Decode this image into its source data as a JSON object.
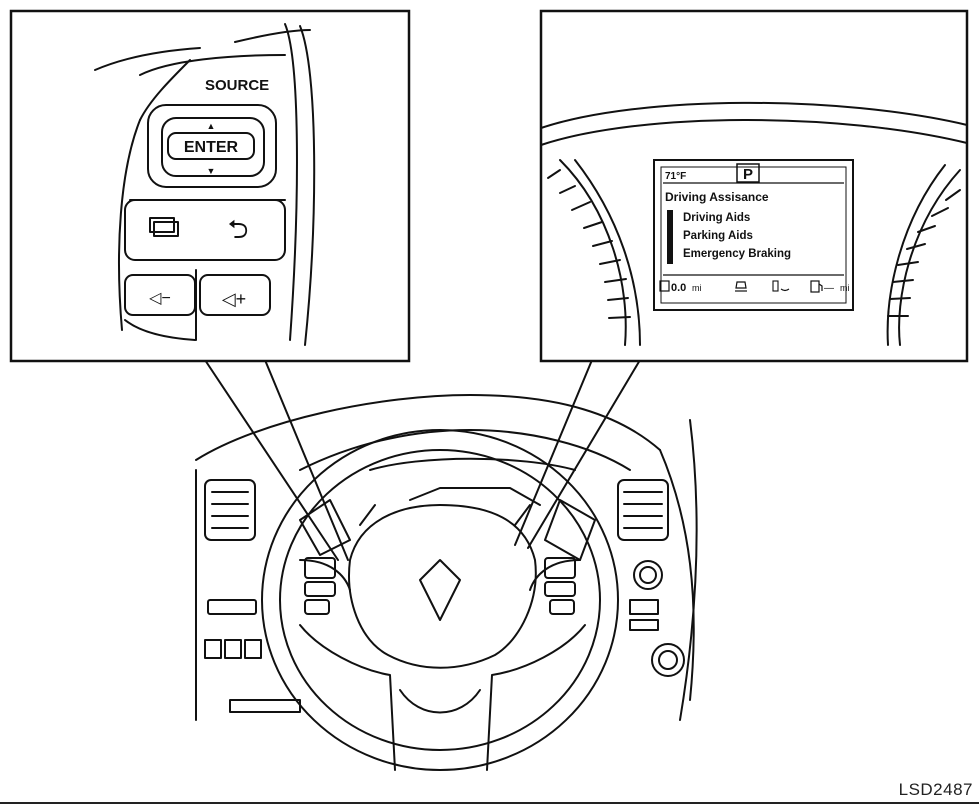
{
  "figure_code": "LSD2487",
  "switch_panel": {
    "source_label": "SOURCE",
    "enter_label": "ENTER",
    "up_arrow": "▲",
    "down_arrow": "▼",
    "back_glyph": "⮌",
    "vol_down_label": "◁−",
    "vol_up_label": "◁+"
  },
  "meter_display": {
    "temperature": "71°F",
    "gear": "P",
    "menu_title": "Driving Assisance",
    "menu_items": [
      "Driving Aids",
      "Parking Aids",
      "Emergency Braking"
    ],
    "trip": "0.0",
    "trip_unit": "mi",
    "range": "—",
    "range_unit": "mi"
  }
}
